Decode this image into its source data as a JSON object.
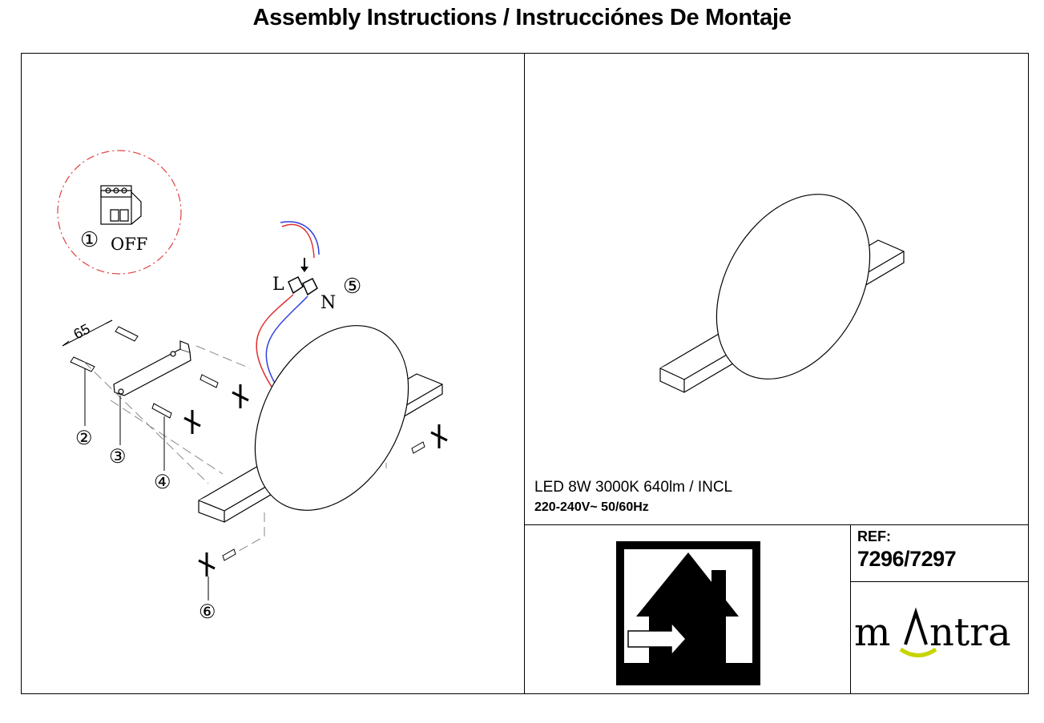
{
  "header": {
    "title": "Assembly Instructions / Instrucciónes De Montaje"
  },
  "diagram": {
    "step1_label": "①",
    "step1_text": "OFF",
    "dimension": "65",
    "wire_l": "L",
    "wire_n": "N",
    "step5_label": "⑤",
    "parts": [
      "②",
      "③",
      "④",
      "⑥"
    ]
  },
  "specs": {
    "line1": "LED 8W 3000K 640lm / INCL",
    "line2": "220-240V~  50/60Hz"
  },
  "reference": {
    "label": "REF:",
    "value": "7296/7297"
  },
  "brand": {
    "name": "mantra",
    "accent_color": "#c8d400"
  },
  "icons": [
    "breaker-switch-icon",
    "indoor-use-house-icon",
    "screw-icon",
    "rotate-screwdriver-icon"
  ]
}
